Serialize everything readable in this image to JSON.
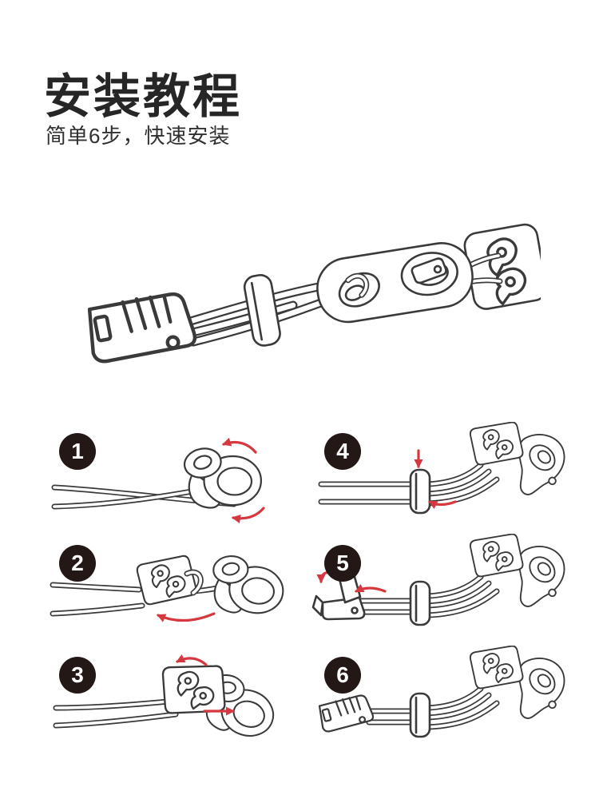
{
  "page": {
    "title": "安装教程",
    "subtitle": "简单6步，快速安装"
  },
  "colors": {
    "background": "#ffffff",
    "title_text": "#262626",
    "subtitle_text": "#303030",
    "line_art": "#3a3a3a",
    "step_badge_bg": "#231815",
    "step_badge_text": "#ffffff",
    "arrow_red": "#d5383f"
  },
  "hero": {
    "illustration": "assembled-cord-lock-strap-line-drawing"
  },
  "steps": [
    {
      "number": "1",
      "illustration": "thread-two-cords-through-hook-loop",
      "arrows": [
        "curved-rotate-top",
        "curved-rotate-bottom"
      ]
    },
    {
      "number": "2",
      "illustration": "pull-cords-through-cord-lock-toward-hook",
      "arrows": [
        "curved-swing-left"
      ]
    },
    {
      "number": "3",
      "illustration": "hook-cord-lock-onto-loop-buckle",
      "arrows": [
        "curved-rotate-top",
        "straight-slide-right"
      ]
    },
    {
      "number": "4",
      "illustration": "press-slider-ring-down-over-cords",
      "arrows": [
        "straight-press-down",
        "curved-slide-left"
      ]
    },
    {
      "number": "5",
      "illustration": "attach-open-end-clip-to-cord-ends",
      "arrows": [
        "curved-fold-down",
        "curved-slide-left"
      ]
    },
    {
      "number": "6",
      "illustration": "finished-assembly",
      "arrows": []
    }
  ]
}
